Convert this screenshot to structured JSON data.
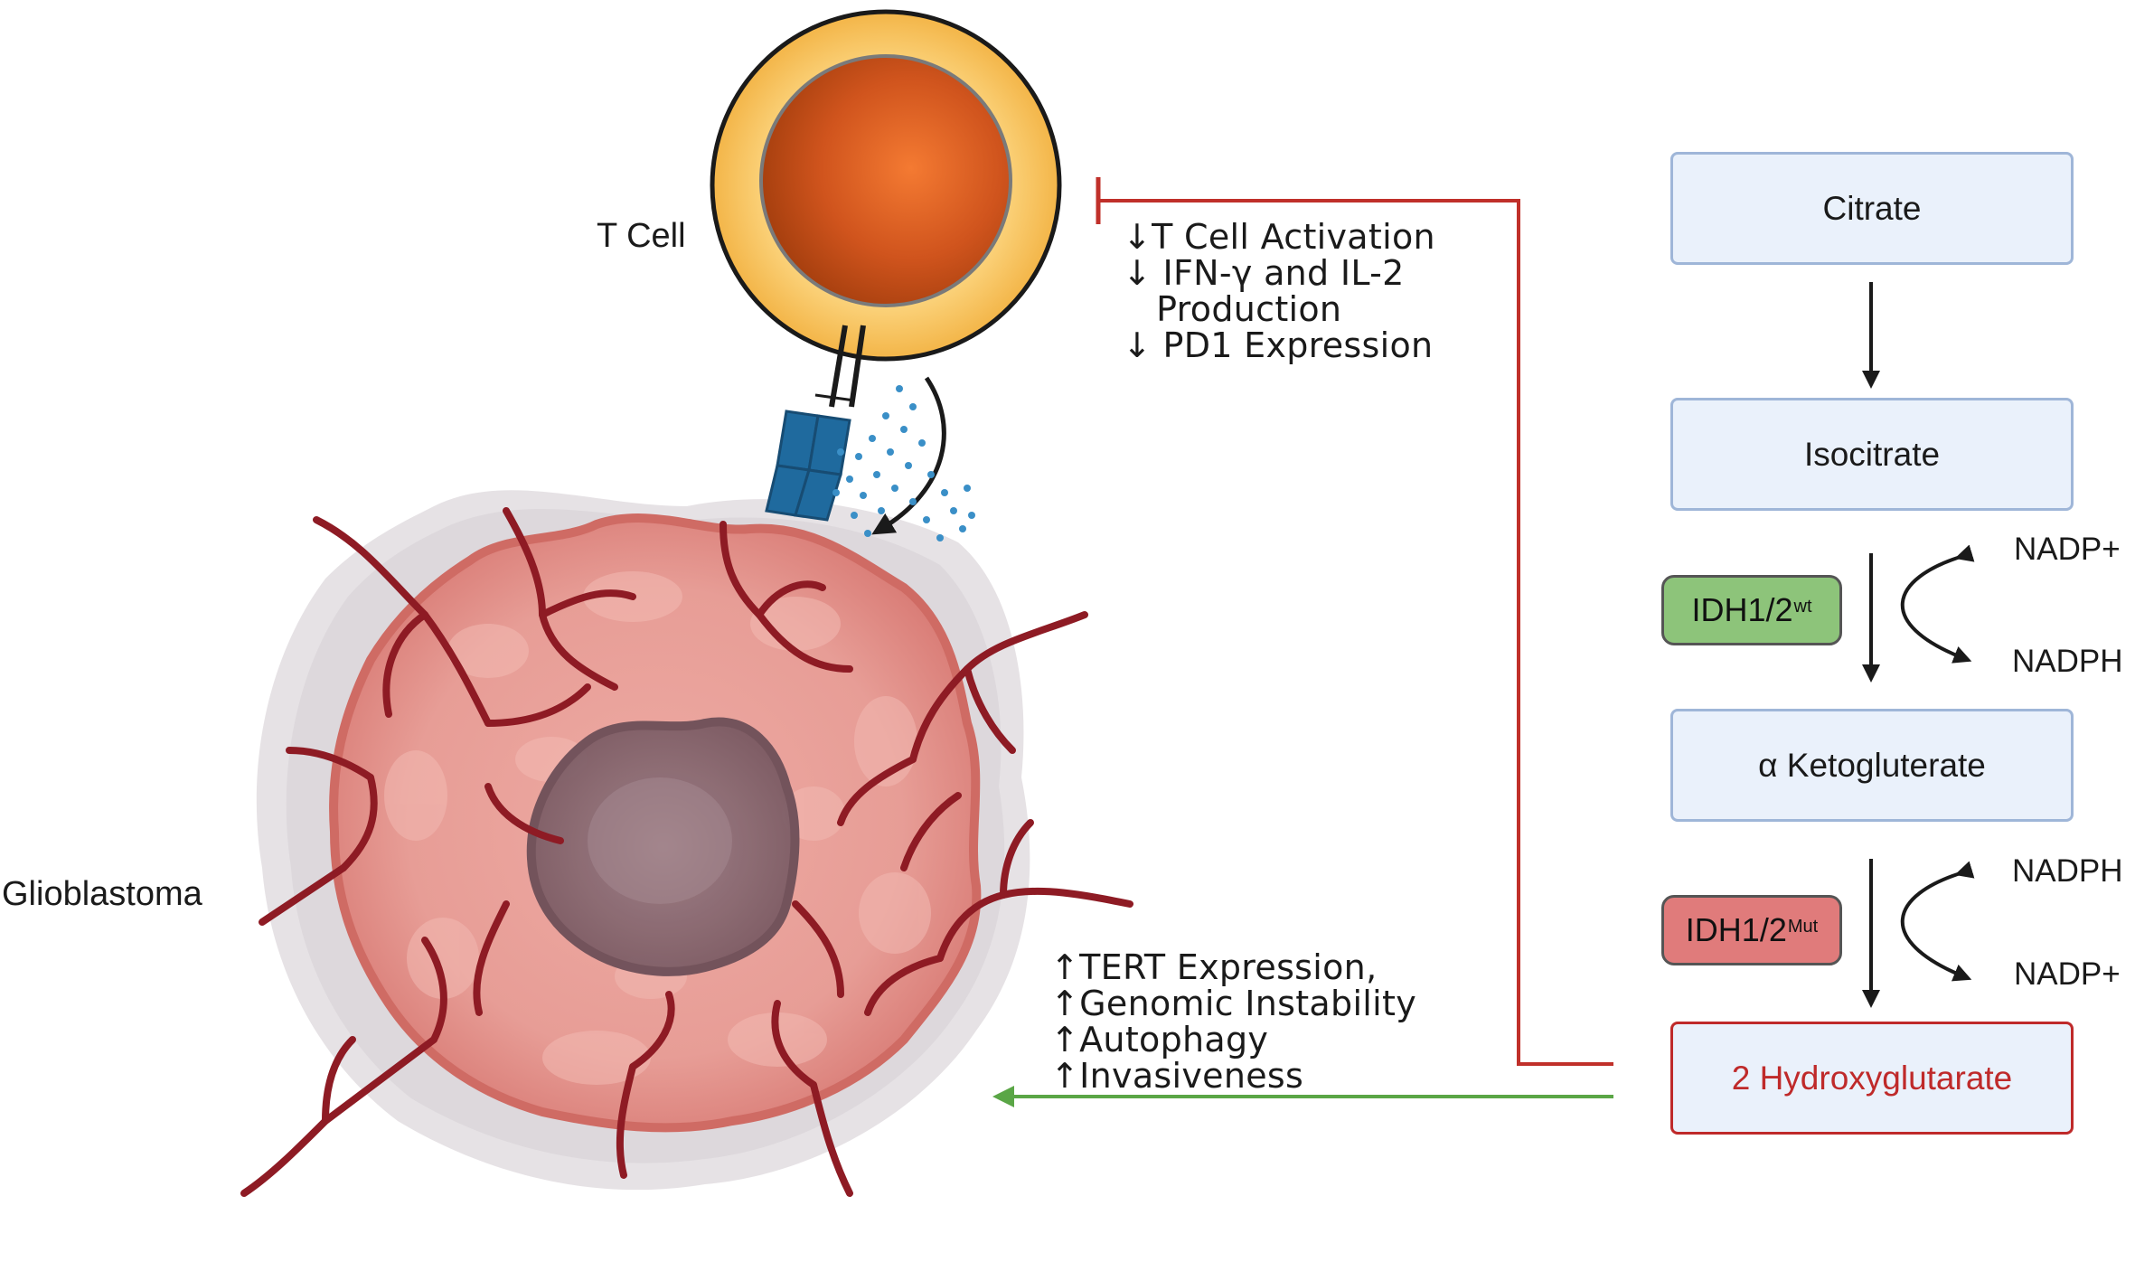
{
  "labels": {
    "t_cell": "T Cell",
    "glioblastoma": "Glioblastoma"
  },
  "pathway": {
    "citrate": "Citrate",
    "isocitrate": "Isocitrate",
    "alpha_kg": "α Ketogluterate",
    "product": "2 Hydroxyglutarate"
  },
  "enzymes": {
    "wt": {
      "base": "IDH1/2",
      "sup": "wt",
      "color": "#8dc47a"
    },
    "mut": {
      "base": "IDH1/2",
      "sup": "Mut",
      "color": "#e07b7b"
    }
  },
  "cofactors": {
    "step1_in": "NADP+",
    "step1_out": "NADPH",
    "step2_in": "NADPH",
    "step2_out": "NADP+"
  },
  "tcell_effects": [
    "↓T Cell Activation",
    "↓ IFN-γ and IL-2",
    "   Production",
    "↓ PD1 Expression"
  ],
  "tumor_effects": [
    "↑TERT Expression,",
    "↑Genomic Instability",
    "↑Autophagy",
    "↑Invasiveness"
  ],
  "colors": {
    "inhibit_line": "#c0302a",
    "promote_arrow": "#5aa646",
    "vessel": "#8e1b24",
    "tcell_ring": "#f6c15a",
    "tcell_core": "#d1531c",
    "tcr": "#1f6a9e"
  }
}
